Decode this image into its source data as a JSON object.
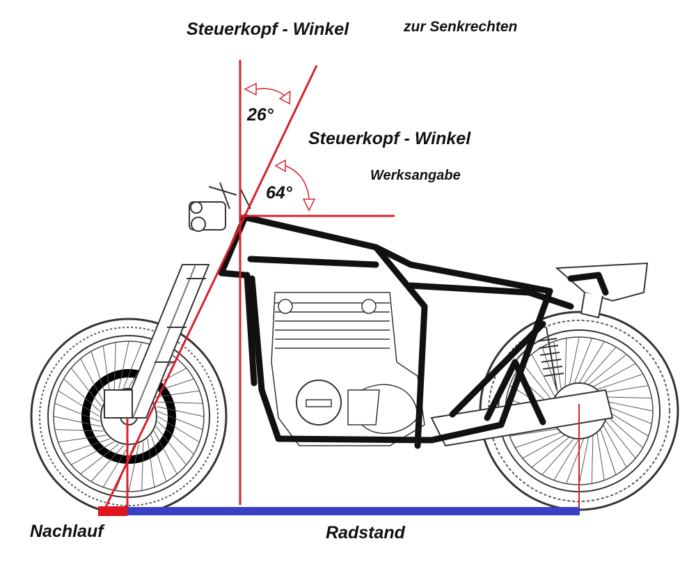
{
  "labels": {
    "title_main": "Steuerkopf - Winkel",
    "title_suffix": "zur Senkrechten",
    "angle_vertical": "26°",
    "angle_factory_title": "Steuerkopf - Winkel",
    "angle_factory_sub": "Werksangabe",
    "angle_horizontal": "64°",
    "trail": "Nachlauf",
    "wheelbase": "Radstand"
  },
  "colors": {
    "geometry_lines": "#d9202a",
    "trail_bar": "#e0141e",
    "wheelbase_bar": "#3a3fc4",
    "frame": "#111111",
    "drawing": "#333333"
  }
}
